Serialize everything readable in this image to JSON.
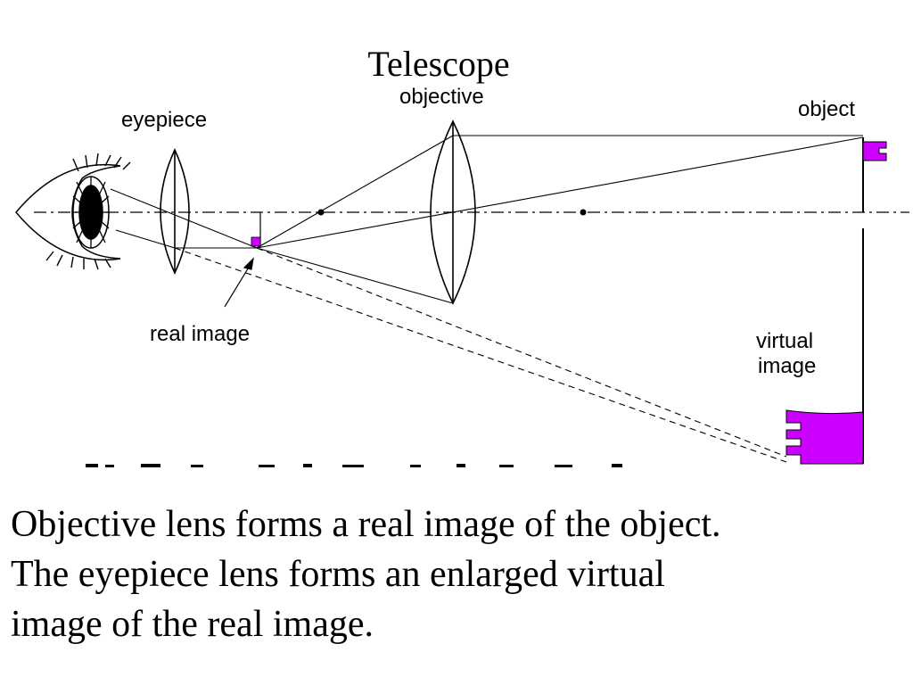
{
  "title": "Telescope",
  "diagram": {
    "labels": {
      "eyepiece": "eyepiece",
      "objective": "objective",
      "object": "object",
      "real_image": "real image",
      "virtual_image_line1": "virtual",
      "virtual_image_line2": "image"
    },
    "colors": {
      "image_fill": "#CC00FF",
      "line": "#000000"
    }
  },
  "caption": {
    "line1": "Objective lens forms a real image of the object.",
    "line2": "The eyepiece lens forms an enlarged virtual",
    "line3": "image of the real image."
  }
}
